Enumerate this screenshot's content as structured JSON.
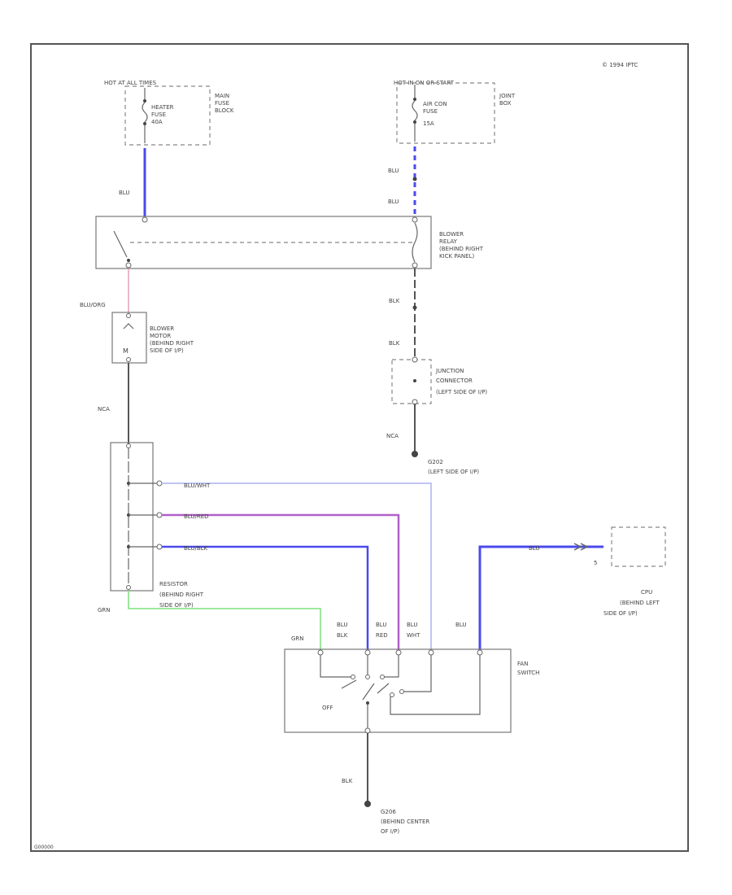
{
  "copyright": "© 1994 IPTC",
  "footer_code": "G00000",
  "hot_at_all_times": "HOT AT ALL TIMES",
  "hot_ignition": "HOT IN ON OR START",
  "main_fuse": {
    "lines": [
      "MAIN",
      "FUSE",
      "BLOCK"
    ],
    "fuse_lines": [
      "HEATER",
      "FUSE",
      "40A"
    ]
  },
  "fuse_box": {
    "lines": [
      "JOINT",
      "BOX"
    ],
    "fuse_lines": [
      "AIR CON",
      "FUSE",
      "15A"
    ]
  },
  "relay": {
    "lines": [
      "BLOWER",
      "RELAY",
      "(BEHIND RIGHT",
      "KICK PANEL)"
    ]
  },
  "motor": {
    "lines": [
      "BLOWER",
      "MOTOR",
      "(BEHIND RIGHT",
      "SIDE OF I/P)"
    ]
  },
  "junction": {
    "lines": [
      "JUNCTION",
      "CONNECTOR",
      "(LEFT SIDE OF I/P)"
    ]
  },
  "ground_g202": {
    "lines": [
      "G202",
      "(LEFT SIDE OF I/P)"
    ]
  },
  "resistor": {
    "lines": [
      "RESISTOR",
      "(BEHIND RIGHT",
      "SIDE OF I/P)"
    ]
  },
  "cpu": {
    "lines": [
      "CPU",
      "(BEHIND LEFT",
      "SIDE OF I/P)"
    ],
    "pin": "5"
  },
  "fan_switch": {
    "lines": [
      "FAN",
      "SWITCH"
    ],
    "off": "OFF"
  },
  "ground_g206": {
    "lines": [
      "G206",
      "(BEHIND CENTER",
      "OF I/P)"
    ]
  },
  "wires": {
    "blu_top_left": "BLU",
    "blu_top_right_1": "BLU",
    "blu_top_right_2": "BLU",
    "blu_org": "BLU/ORG",
    "blk_1": "BLK",
    "blk_2": "BLK",
    "nca_left": "NCA",
    "nca_right": "NCA",
    "blu_wht": "BLU/WHT",
    "blu_red": "BLU/RED",
    "blu_blk": "BLU/BLK",
    "grn_left": "GRN",
    "grn_switch": "GRN",
    "sw_blu_blk": [
      "BLU",
      "BLK"
    ],
    "sw_blu_red": [
      "BLU",
      "RED"
    ],
    "sw_blu_wht": [
      "BLU",
      "WHT"
    ],
    "sw_blu": "BLU",
    "cpu_blu": "BLU",
    "blk_bottom": "BLK"
  }
}
